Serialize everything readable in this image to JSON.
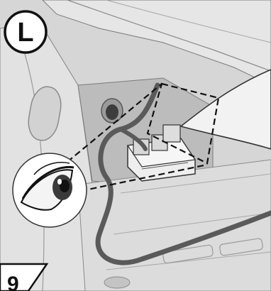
{
  "figure": {
    "side_badge": "L",
    "step_number": "9"
  },
  "colors": {
    "background": "#d6d6d6",
    "panel_light": "#e3e3e3",
    "panel_mid": "#c8c8c8",
    "panel_dark": "#9a9a9a",
    "harness_wire": "#555555",
    "outline": "#1a1a1a",
    "callout_fill": "#ffffff"
  },
  "icons": [
    "eye-icon",
    "side-badge-circle",
    "connector-block",
    "wiring-harness"
  ]
}
